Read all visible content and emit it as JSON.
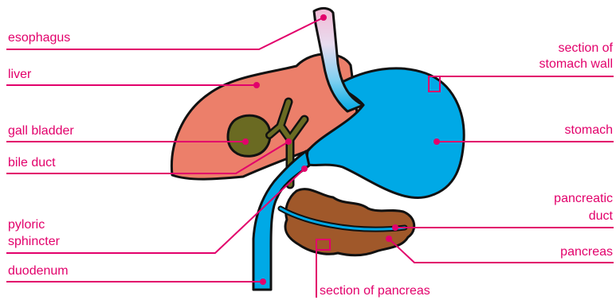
{
  "labels": {
    "esophagus": "esophagus",
    "liver": "liver",
    "gall_bladder": "gall bladder",
    "bile_duct": "bile duct",
    "pyloric_line1": "pyloric",
    "pyloric_line2": "sphincter",
    "duodenum": "duodenum",
    "section_stomach_line1": "section of",
    "section_stomach_line2": "stomach wall",
    "stomach": "stomach",
    "pancreatic_line1": "pancreatic",
    "pancreatic_line2": "duct",
    "pancreas": "pancreas",
    "section_pancreas": "section of pancreas"
  },
  "colors": {
    "label": "#e2006b",
    "liver": "#ec7f6a",
    "stomach": "#00a9e6",
    "gall_bladder": "#6a6a22",
    "pancreas": "#a0582a",
    "outline": "#111111",
    "esophagus_top": "#f2b9d4"
  }
}
